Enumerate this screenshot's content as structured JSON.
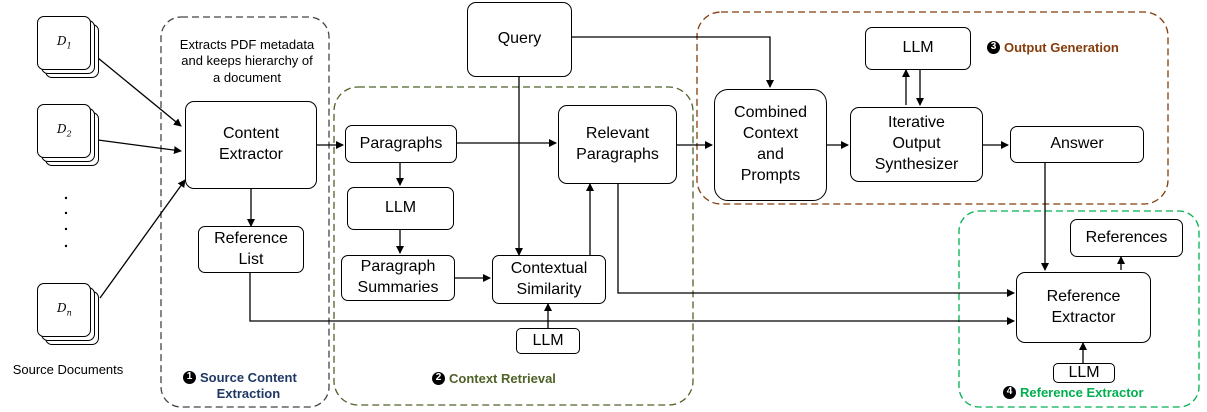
{
  "documents": {
    "items": [
      {
        "letter": "D",
        "sub": "1"
      },
      {
        "letter": "D",
        "sub": "2"
      },
      {
        "letter": "D",
        "sub": "n"
      }
    ],
    "caption": "Source Documents"
  },
  "groups": {
    "source": {
      "number": "1",
      "label": "Source Content\nExtraction",
      "color": "#1f3864"
    },
    "context": {
      "number": "2",
      "label": "Context Retrieval",
      "color": "#4f6228"
    },
    "output": {
      "number": "3",
      "label": "Output Generation",
      "color": "#843c0c"
    },
    "reference": {
      "number": "4",
      "label": "Reference Extractor",
      "color": "#00b050"
    }
  },
  "annotation": "Extracts PDF metadata\nand keeps hierarchy of\na document",
  "nodes": {
    "content_extractor": "Content\nExtractor",
    "reference_list": "Reference\nList",
    "query": "Query",
    "paragraphs": "Paragraphs",
    "llm_summarizer": "LLM",
    "paragraph_summaries": "Paragraph\nSummaries",
    "contextual_similarity": "Contextual\nSimilarity",
    "llm_similarity": "LLM",
    "relevant_paragraphs": "Relevant\nParagraphs",
    "combined_context": "Combined\nContext\nand\nPrompts",
    "llm_output": "LLM",
    "iterative_synthesizer": "Iterative\nOutput\nSynthesizer",
    "answer": "Answer",
    "references": "References",
    "reference_extractor": "Reference\nExtractor",
    "llm_reference": "LLM"
  }
}
